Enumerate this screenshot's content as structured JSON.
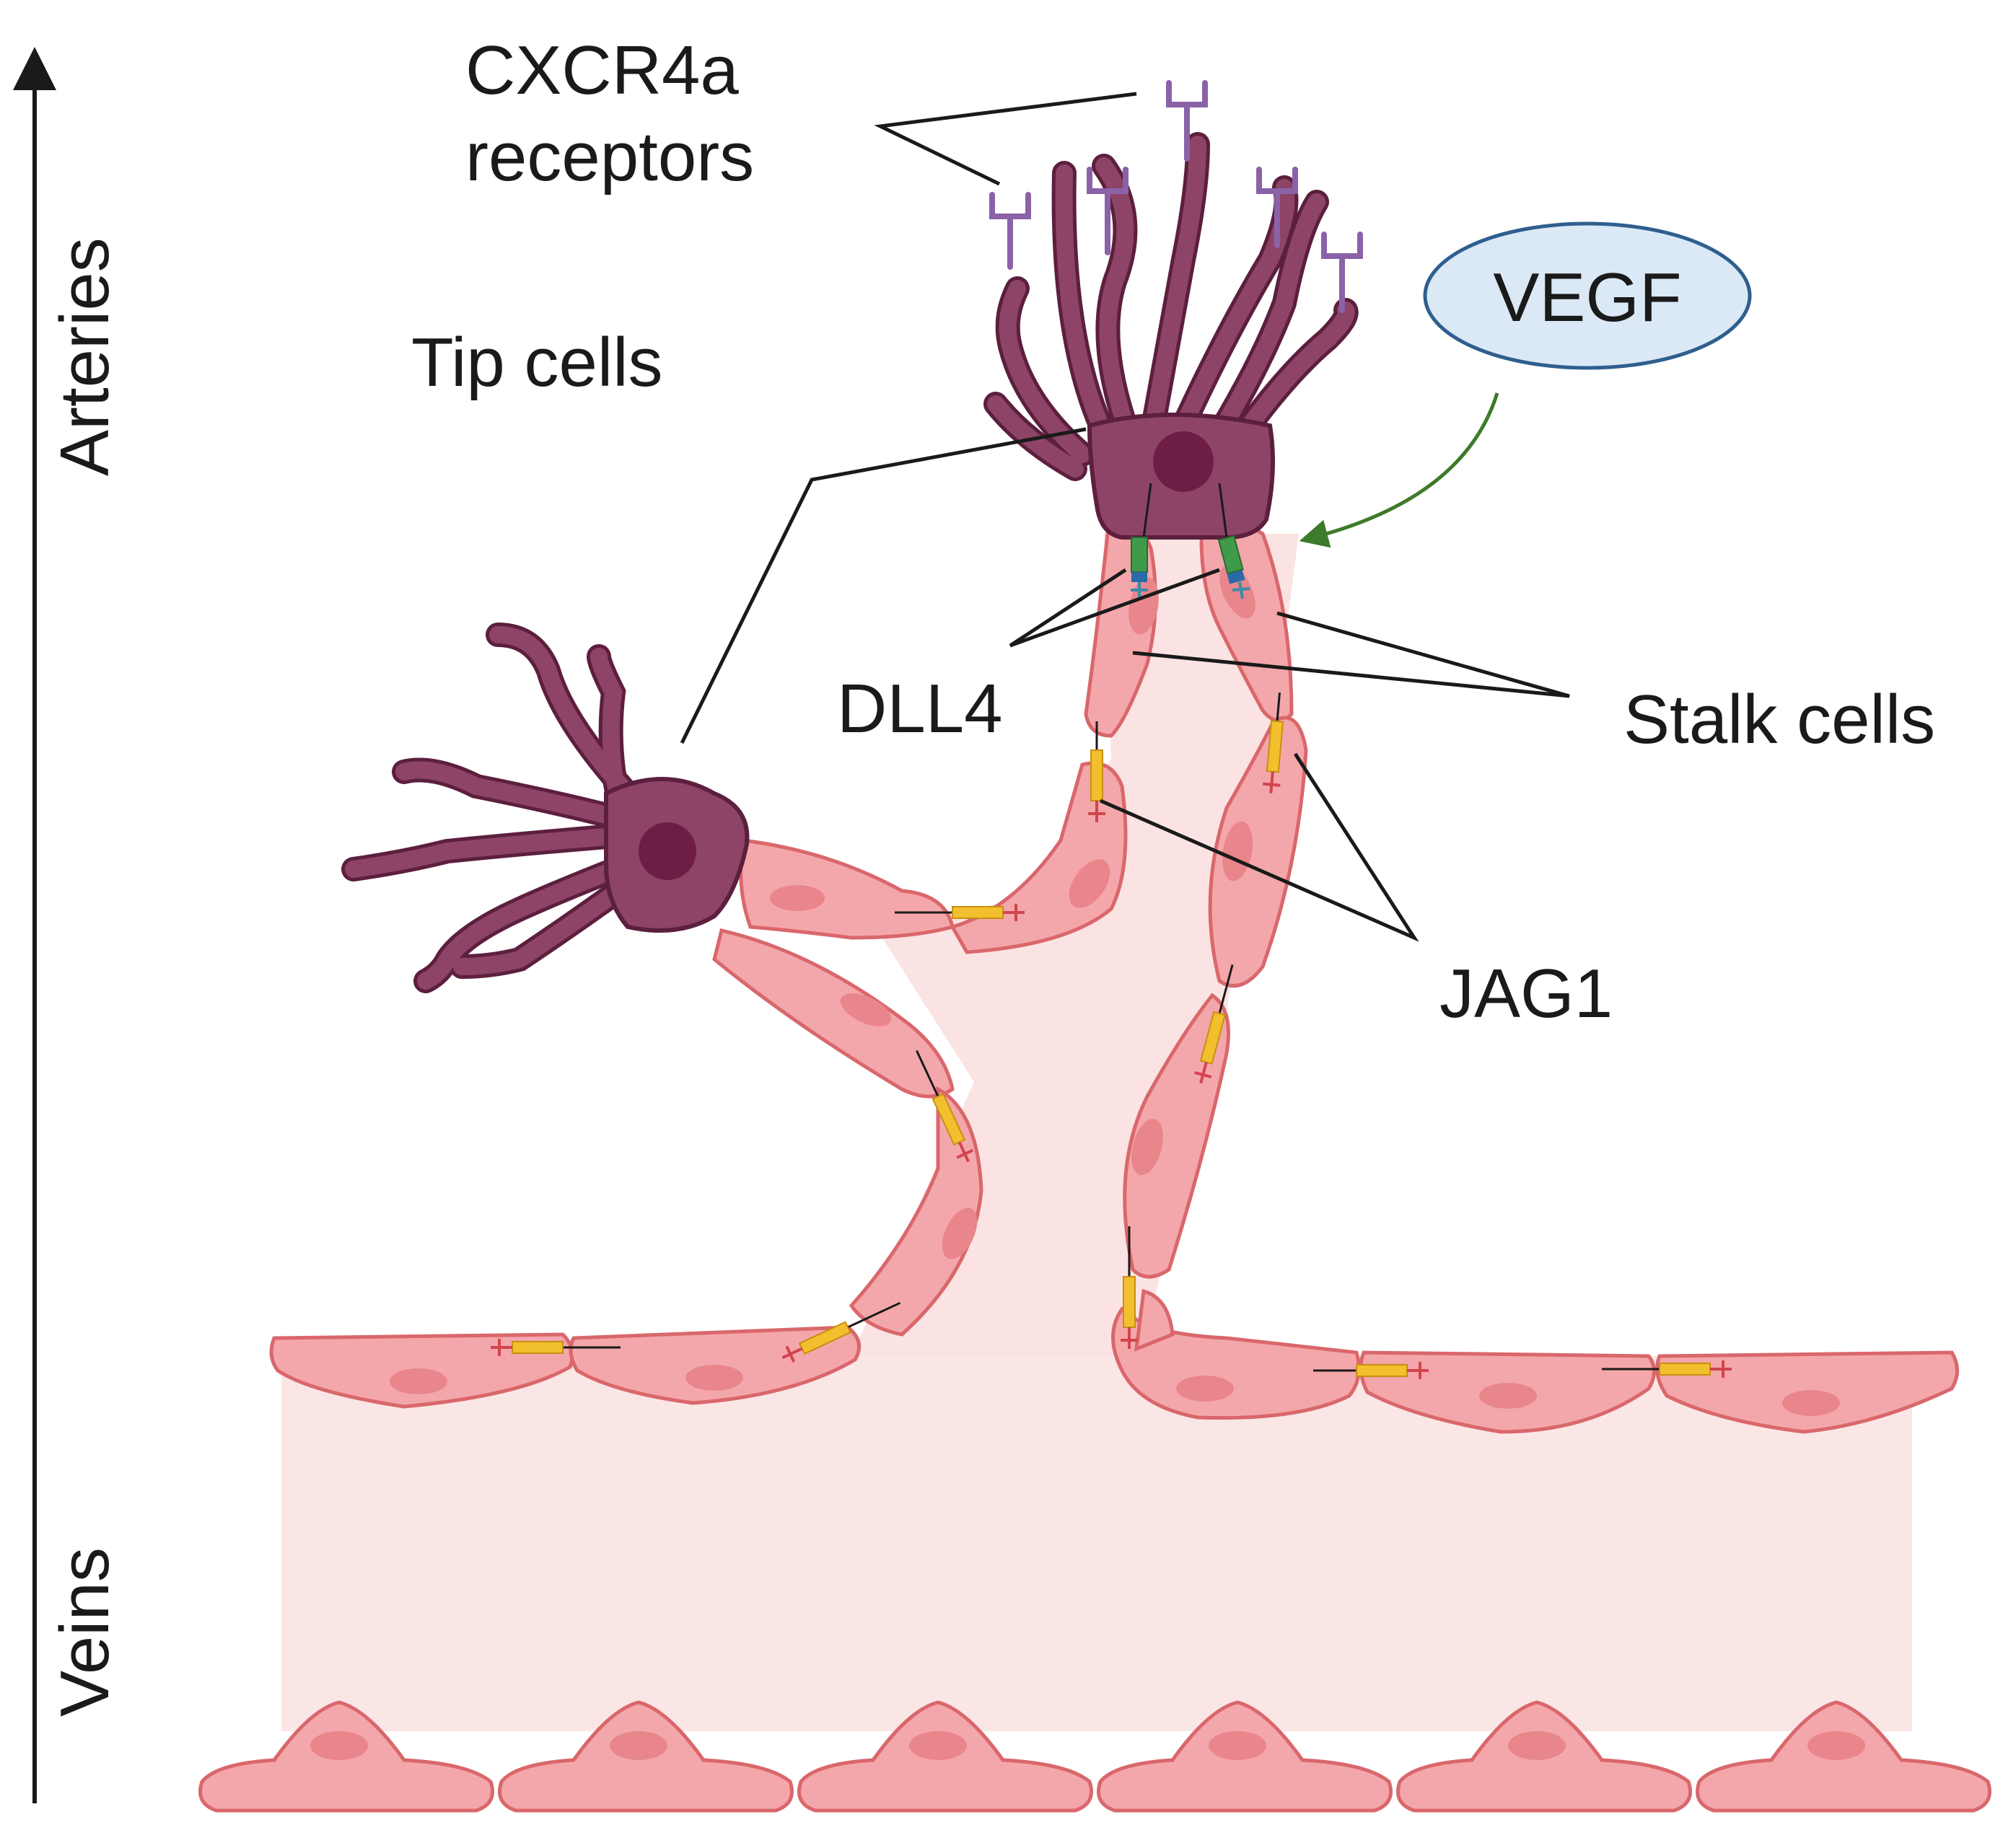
{
  "axis": {
    "top_label": "Arteries",
    "bottom_label": "Veins"
  },
  "labels": {
    "cxcr4a_line1": "CXCR4a",
    "cxcr4a_line2": "receptors",
    "tip_cells": "Tip cells",
    "vegf": "VEGF",
    "dll4": "DLL4",
    "stalk_cells": "Stalk cells",
    "jag1": "JAG1"
  },
  "colors": {
    "tip_cell_fill": "#8d4466",
    "tip_cell_stroke": "#5c1f3d",
    "tip_nucleus": "#6e1e45",
    "stalk_fill": "#f4a7aa",
    "stalk_stroke": "#d9676b",
    "stalk_nucleus": "#e8868b",
    "lumen_fill": "#fbe3e3",
    "receptor": "#8a62a8",
    "vegf_fill": "#dbe8f6",
    "vegf_stroke": "#2e5f8e",
    "vegf_arrow": "#3d7a2a",
    "dll4_green": "#3f9b4a",
    "dll4_blue": "#2a6aa8",
    "jag1_yellow": "#f2c02e",
    "jag1_red": "#d2454e",
    "leader_line": "#1a1a1a"
  }
}
